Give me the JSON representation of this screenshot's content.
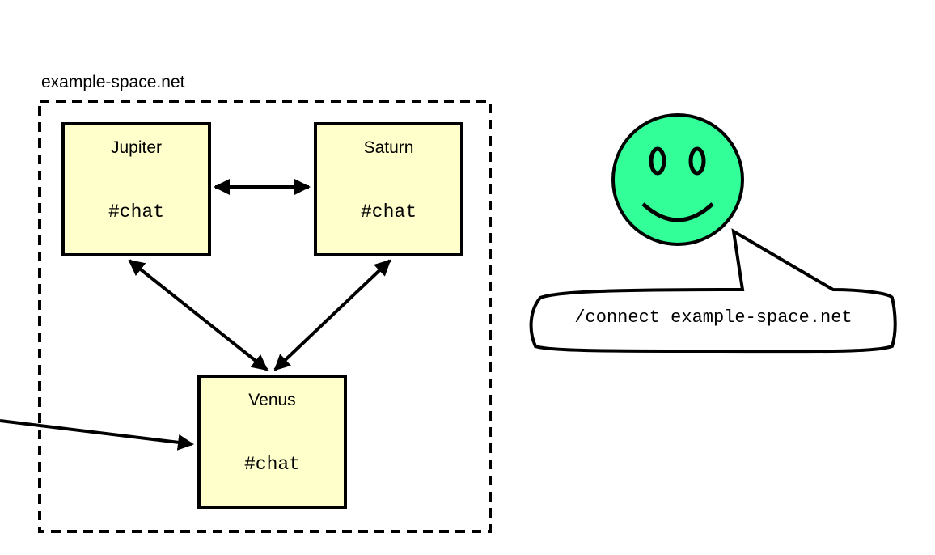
{
  "network": {
    "name": "example-space.net"
  },
  "servers": [
    {
      "name": "Jupiter",
      "channel": "#chat"
    },
    {
      "name": "Saturn",
      "channel": "#chat"
    },
    {
      "name": "Venus",
      "channel": "#chat"
    }
  ],
  "user": {
    "face_color": "#33ff99",
    "icon": "smiley-face-icon"
  },
  "speech_bubble": {
    "command": "/connect example-space.net"
  },
  "colors": {
    "server_fill": "#ffffcc",
    "stroke": "#000000"
  }
}
